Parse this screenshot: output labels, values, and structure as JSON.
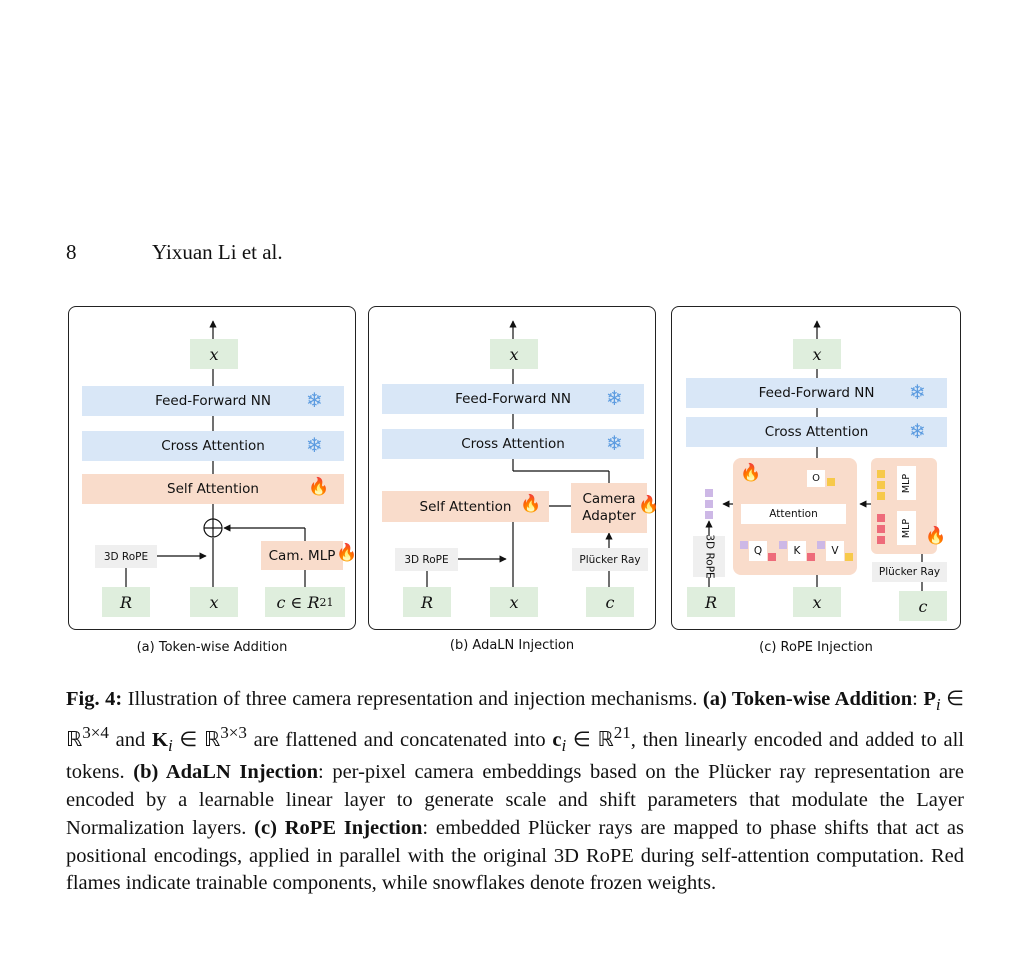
{
  "header": {
    "page_number": "8",
    "authors": "Yixuan Li et al."
  },
  "colors": {
    "green": "#dfeedd",
    "blue": "#d9e7f7",
    "peach": "#f9dccb",
    "snowflake": "#5b9be0",
    "flame": "#e8611a"
  },
  "icons": {
    "frozen": "snowflake-icon",
    "trainable": "flame-icon"
  },
  "panel_a": {
    "output": "x",
    "ffn": "Feed-Forward NN",
    "cross": "Cross Attention",
    "self": "Self Attention",
    "rope": "3D RoPE",
    "mlp": "Cam. MLP",
    "in_r": "R",
    "in_x": "x",
    "in_c": "c ∈ R",
    "in_c_sup": "21",
    "caption": "(a) Token-wise Addition"
  },
  "panel_b": {
    "output": "x",
    "ffn": "Feed-Forward NN",
    "cross": "Cross Attention",
    "self": "Self Attention",
    "adapter_l1": "Camera",
    "adapter_l2": "Adapter",
    "rope": "3D RoPE",
    "plucker": "Plücker Ray",
    "in_r": "R",
    "in_x": "x",
    "in_c": "c",
    "caption": "(b) AdaLN Injection"
  },
  "panel_c": {
    "output": "x",
    "ffn": "Feed-Forward NN",
    "cross": "Cross Attention",
    "o": "O",
    "attention": "Attention",
    "q": "Q",
    "k": "K",
    "v": "V",
    "mlp_top": "MLP",
    "mlp_bottom": "MLP",
    "rope_l1": "3D",
    "rope_l2": "RoPE",
    "plucker": "Plücker Ray",
    "in_r": "R",
    "in_x": "x",
    "in_c": "c",
    "caption": "(c) RoPE Injection"
  },
  "caption": {
    "fig": "Fig. 4:",
    "intro": " Illustration of three camera representation and injection mechanisms. ",
    "a_label": "(a) Token-wise Addition",
    "a_text_1": ": ",
    "a_P": "P",
    "a_text_2": " ∈ ℝ",
    "a_P_sup": "3×4",
    "a_text_3": " and ",
    "a_K": "K",
    "a_text_4": " ∈ ℝ",
    "a_K_sup": "3×3",
    "a_text_5": " are flattened and concatenated into ",
    "a_c": "c",
    "a_text_6": " ∈ ℝ",
    "a_c_sup": "21",
    "a_text_7": ", then linearly encoded and added to all tokens. ",
    "b_label": "(b) AdaLN Injection",
    "b_text": ": per-pixel camera embeddings based on the Plücker ray representation are encoded by a learnable linear layer to generate scale and shift parameters that modulate the Layer Normalization layers. ",
    "c_label": "(c) RoPE Injection",
    "c_text": ": embedded Plücker rays are mapped to phase shifts that act as positional encodings, applied in parallel with the original 3D RoPE during self-attention computation. Red flames indicate trainable components, while snowflakes denote frozen weights.",
    "subscript_i": "i"
  }
}
